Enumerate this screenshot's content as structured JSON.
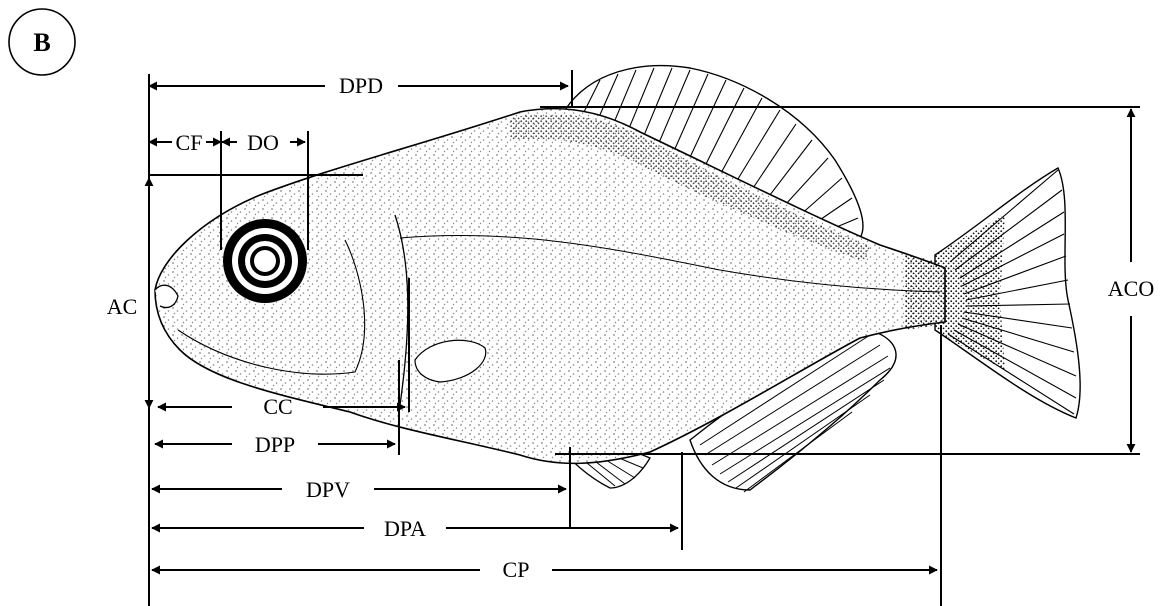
{
  "panel_label": "B",
  "measurements": {
    "dpd": "DPD",
    "cf": "CF",
    "do": "DO",
    "ac": "AC",
    "aco": "ACO",
    "cc": "CC",
    "dpp": "DPP",
    "dpv": "DPV",
    "dpa": "DPA",
    "cp": "CP"
  }
}
